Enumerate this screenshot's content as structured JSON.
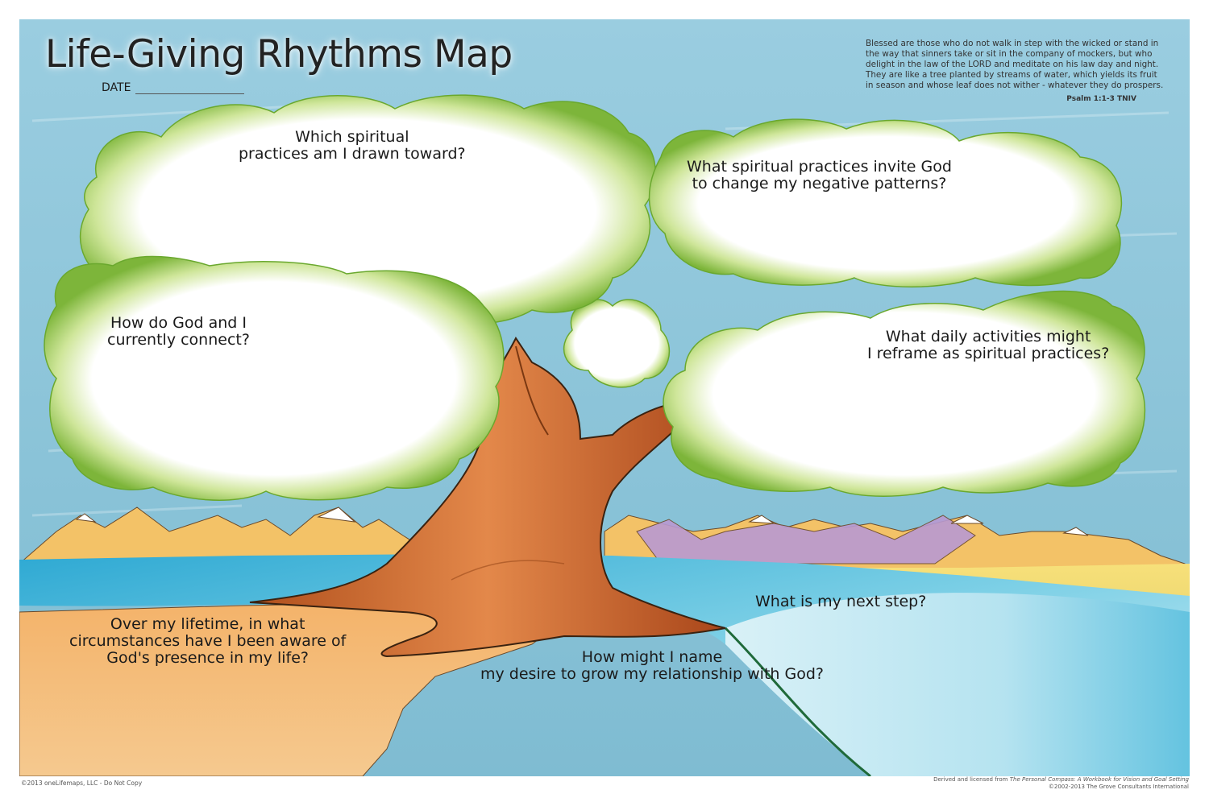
{
  "header": {
    "title": "Life-Giving Rhythms Map",
    "date_label": "DATE"
  },
  "verse": {
    "text": "Blessed are those who do not walk in step with the wicked or stand in the way that sinners take or sit in the company of mockers, but who delight in the law of the LORD  and meditate on his law  day and night. They are like a tree planted by streams of water,  which yields its fruit in season and whose leaf does not wither -  whatever they do prospers.",
    "reference": "Psalm 1:1-3 TNIV"
  },
  "prompts": {
    "drawn_toward": [
      "Which spiritual",
      "practices am I drawn toward?"
    ],
    "negative_patterns": [
      "What spiritual practices invite God",
      "to change my negative patterns?"
    ],
    "connect": [
      "How do God and I",
      "currently connect?"
    ],
    "daily_activities": [
      "What daily activities might",
      "I reframe as spiritual practices?"
    ],
    "next_step": [
      "What is my next step?"
    ],
    "lifetime": [
      "Over my lifetime, in what",
      "circumstances have I been aware of",
      "God's presence in my life?"
    ],
    "name_desire": [
      "How might I name",
      "my desire to grow my relationship with God?"
    ]
  },
  "footer": {
    "left": "©2013 oneLifemaps, LLC - Do Not Copy",
    "right_prefix": "Derived and licensed from ",
    "right_title": "The Personal Compass: A Workbook for Vision and Goal Setting",
    "right_line2": "©2002-2013 The Grove Consultants International"
  },
  "colors": {
    "sky": "#8fc6d8",
    "foliage_outer": "#7fb83a",
    "foliage_inner": "#c7e38a",
    "trunk": "#c8642a",
    "water": "#3fb3d6",
    "sand": "#f2b46a",
    "mountain": "#f3c267",
    "mountain_purple": "#b99ad2"
  }
}
